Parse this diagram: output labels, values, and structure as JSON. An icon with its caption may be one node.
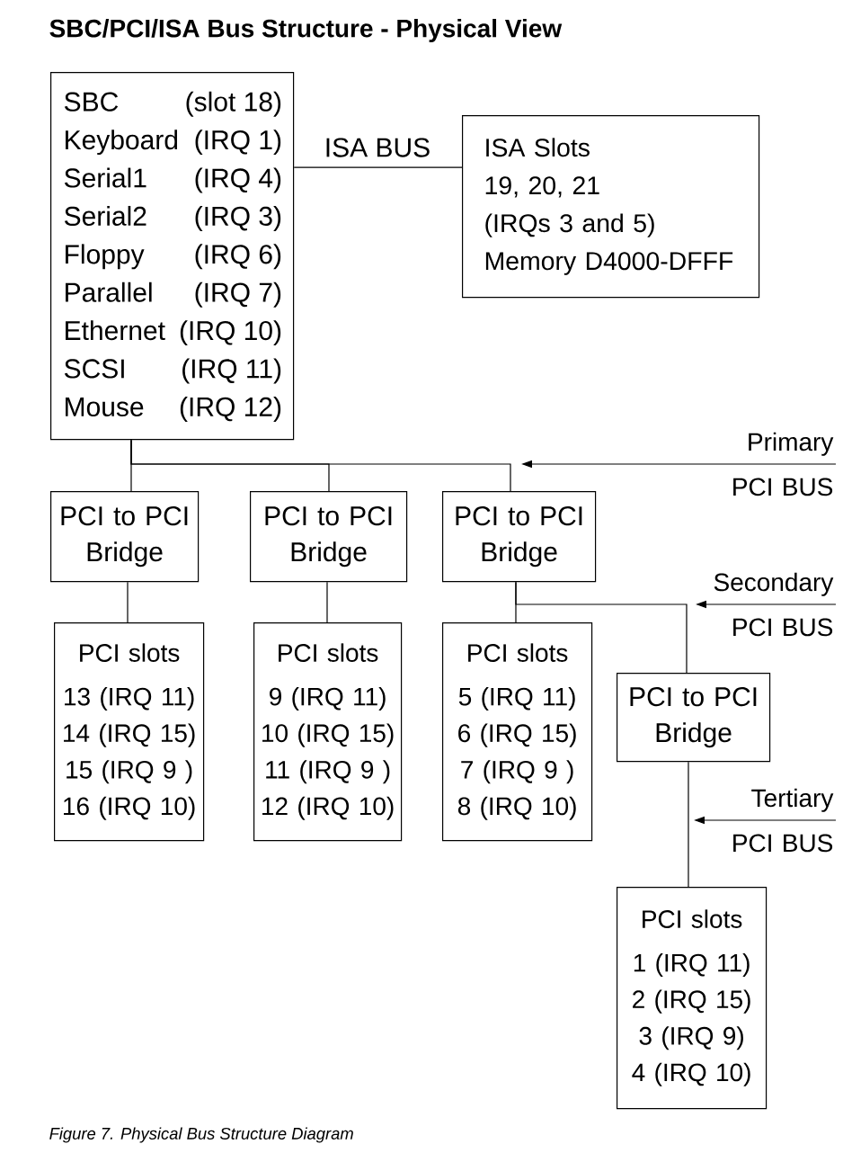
{
  "diagram": {
    "title": "SBC/PCI/ISA Bus Structure - Physical View",
    "caption": "Figure 7. Physical Bus Structure Diagram",
    "nodes": [
      {
        "text": [
          "SBC",
          "(slot 18)",
          "Keyboard",
          "(IRQ 1)",
          "Serial1",
          "(IRQ 4)",
          "Serial2",
          "(IRQ 3)",
          "Floppy",
          "(IRQ 6)",
          "Parallel",
          "(IRQ 7)",
          "Ethernet",
          "(IRQ 10)",
          "SCSI",
          "(IRQ 11)",
          "Mouse",
          "(IRQ 12)"
        ]
      },
      {
        "text": [
          "ISA Slots",
          "19, 20, 21",
          "(IRQs 3 and 5)",
          "Memory D4000-DFFF"
        ]
      },
      {
        "text": [
          "Primary PCI BUS"
        ]
      },
      {
        "text": [
          "PCI to PCI Bridge"
        ]
      },
      {
        "text": [
          "PCI to PCI Bridge"
        ]
      },
      {
        "text": [
          "PCI to PCI Bridge"
        ]
      },
      {
        "text": [
          "Secondary PCI BUS"
        ]
      },
      {
        "text": [
          "PCI slots",
          "13 (IRQ 11)",
          "14 (IRQ 15)",
          "15 (IRQ 9 )",
          "16 (IRQ 10)"
        ]
      },
      {
        "text": [
          "PCI slots",
          "9 (IRQ 11)",
          "10 (IRQ 15)",
          "11 (IRQ 9 )",
          "12 (IRQ 10)"
        ]
      },
      {
        "text": [
          "PCI slots",
          "5 (IRQ 11)",
          "6 (IRQ 15)",
          "7 (IRQ 9 )",
          "8 (IRQ 10)"
        ]
      },
      {
        "text": [
          "PCI to PCI Bridge"
        ]
      },
      {
        "text": [
          "Tertiary PCI BUS"
        ]
      },
      {
        "text": [
          "PCI slots",
          "1 (IRQ 11)",
          "2 (IRQ 15)",
          "3 (IRQ 9)",
          "4 (IRQ 10)"
        ]
      }
    ],
    "edges": [
      {
        "from": 0,
        "to": 1,
        "arrow": "none",
        "label": "ISA BUS"
      },
      {
        "from": 0,
        "to": 3,
        "arrow": "none"
      },
      {
        "from": 0,
        "to": 4,
        "arrow": "none"
      },
      {
        "from": 0,
        "to": 5,
        "arrow": "none"
      },
      {
        "from": 2,
        "to": null,
        "arrow": "to"
      },
      {
        "from": 3,
        "to": 7,
        "arrow": "none"
      },
      {
        "from": 4,
        "to": 8,
        "arrow": "none"
      },
      {
        "from": 5,
        "to": 9,
        "arrow": "none"
      },
      {
        "from": 5,
        "to": 10,
        "arrow": "none"
      },
      {
        "from": 6,
        "to": null,
        "arrow": "to"
      },
      {
        "from": 10,
        "to": 12,
        "arrow": "none"
      },
      {
        "from": 11,
        "to": null,
        "arrow": "to"
      }
    ]
  }
}
